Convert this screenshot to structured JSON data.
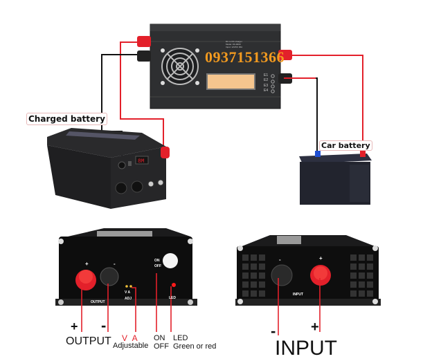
{
  "watermark_phone": "0937151366",
  "charger": {
    "label_lines": [
      "DC to DC charger",
      "Model: FD-9000",
      "Input: 12VDC 30A"
    ],
    "indicators": [
      "E1",
      "E2",
      "E3",
      "E4"
    ]
  },
  "labels": {
    "charged_battery": "Charged battery",
    "car_battery": "Car battery",
    "battery_display": "8M"
  },
  "output_panel": {
    "plus_mark": "+",
    "minus_mark": "-",
    "output_tag": "OUTPUT",
    "va_tag": "V  A",
    "adj_tag": "ADJ",
    "on_tag": "ON",
    "off_tag": "OFF",
    "led_tag": "LED"
  },
  "output_callouts": {
    "plus": "+",
    "minus": "-",
    "output": "OUTPUT",
    "va": "V A",
    "adjustable": "Adjustable",
    "on": "ON",
    "off": "OFF",
    "led": "LED",
    "led_desc": "Green or red"
  },
  "input_panel": {
    "minus_mark": "-",
    "plus_mark": "+",
    "input_tag": "INPUT"
  },
  "input_callouts": {
    "minus": "-",
    "plus": "+",
    "input": "INPUT"
  },
  "colors": {
    "wire_red": "#e3202a",
    "wire_black": "#111111",
    "watermark": "#f39a1f",
    "device_body": "#2b2b2d",
    "lcd": "#f5c58e"
  }
}
